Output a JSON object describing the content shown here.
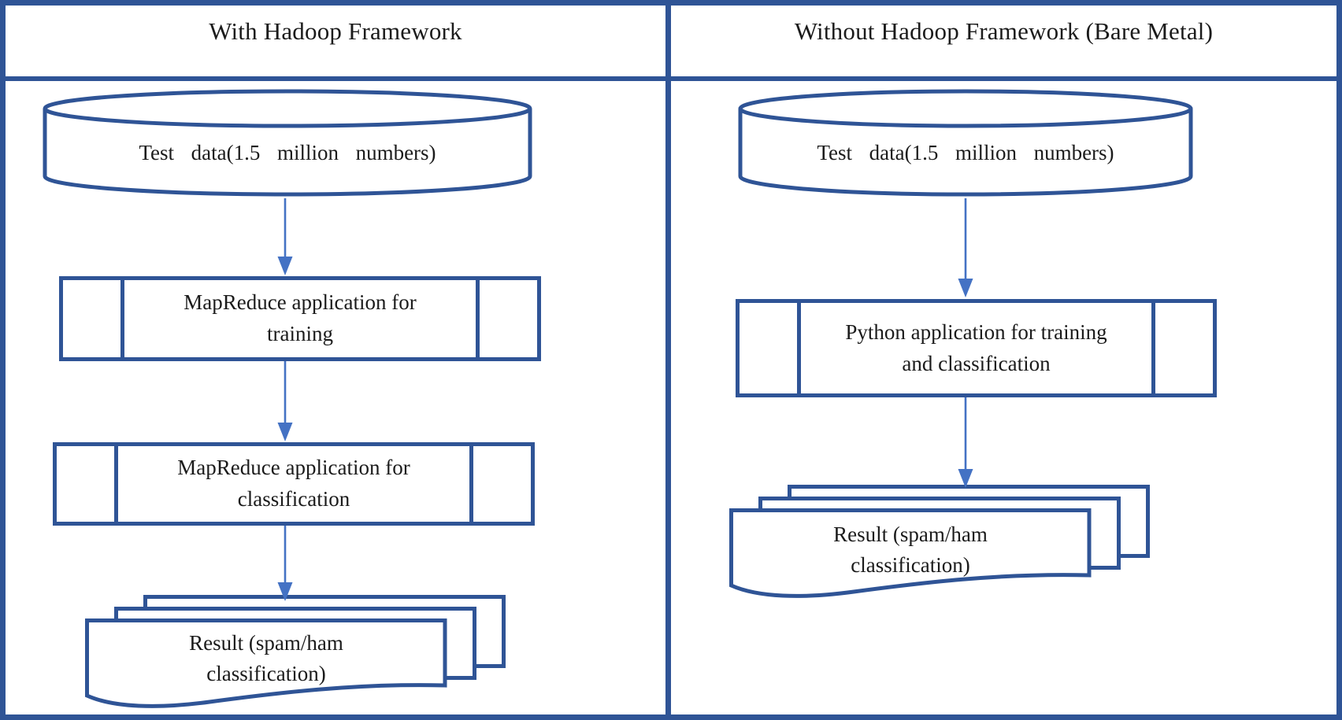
{
  "diagram_type": "flowchart-comparison",
  "colors": {
    "outline": "#2F5496",
    "arrow": "#4472C4",
    "text": "#1B1B1B",
    "background": "#FFFFFF"
  },
  "panels": [
    {
      "title": "With Hadoop Framework",
      "steps": [
        {
          "shape": "database-cylinder",
          "label": "Test data(1.5 million numbers)"
        },
        {
          "shape": "predefined-process",
          "label": "MapReduce application for training"
        },
        {
          "shape": "predefined-process",
          "label": "MapReduce application for classification"
        },
        {
          "shape": "multi-document",
          "label": "Result (spam/ham classification)"
        }
      ]
    },
    {
      "title": "Without Hadoop Framework (Bare Metal)",
      "steps": [
        {
          "shape": "database-cylinder",
          "label": "Test data(1.5 million numbers)"
        },
        {
          "shape": "predefined-process",
          "label": "Python application for training and classification"
        },
        {
          "shape": "multi-document",
          "label": "Result (spam/ham classification)"
        }
      ]
    }
  ]
}
